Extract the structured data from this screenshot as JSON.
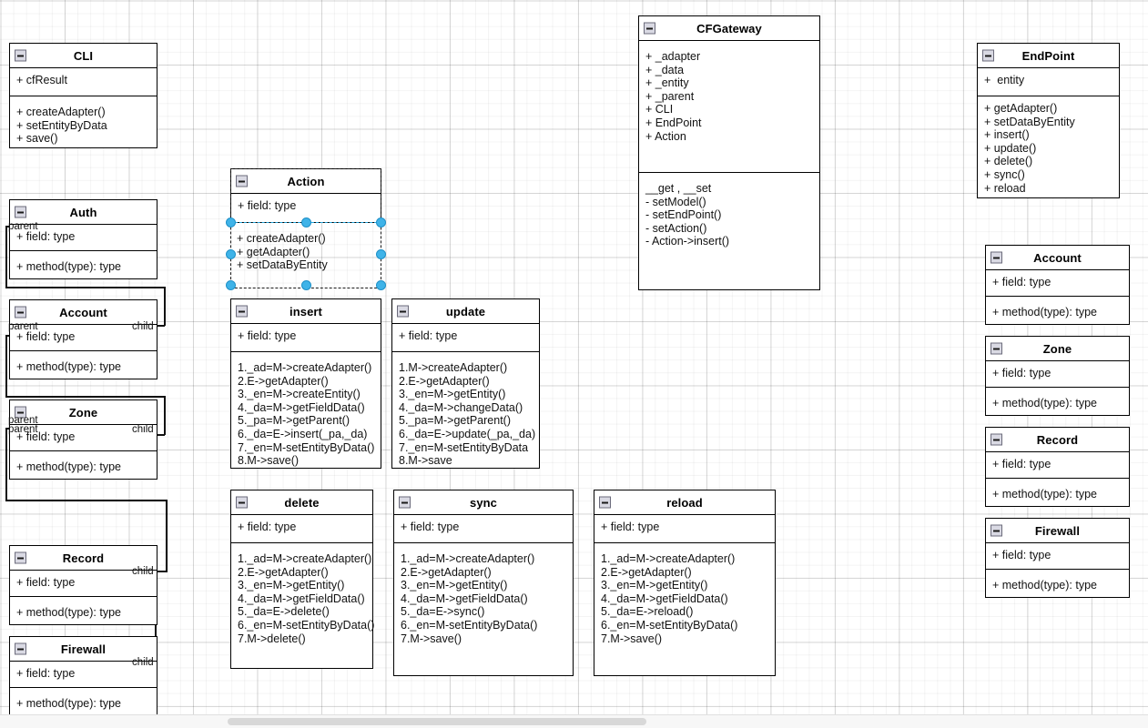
{
  "app": {
    "type": "uml-class-diagram-editor",
    "canvas_background": "#ffffff",
    "grid": "on",
    "selection_color": "#3fb3e8"
  },
  "icons": {
    "collapse": "collapse-minus-icon"
  },
  "labels": {
    "parent": "parent",
    "child": "child"
  },
  "classes": {
    "cli": {
      "name": "CLI",
      "attributes": "+ cfResult",
      "operations": "+ createAdapter()\n+ setEntityByData\n+ save()"
    },
    "action": {
      "name": "Action",
      "attributes": "+ field: type",
      "operations": "+ createAdapter()\n+ getAdapter()\n+ setDataByEntity"
    },
    "cfgateway": {
      "name": "CFGateway",
      "attributes": "+ _adapter\n+ _data\n+ _entity\n+ _parent\n+ CLI\n+ EndPoint\n+ Action",
      "operations": "__get , __set\n- setModel()\n- setEndPoint()\n- setAction()\n- Action->insert()"
    },
    "endpoint": {
      "name": "EndPoint",
      "attributes": "+  entity",
      "operations": "+ getAdapter()\n+ setDataByEntity\n+ insert()\n+ update()\n+ delete()\n+ sync()\n+ reload"
    },
    "insert": {
      "name": "insert",
      "attributes": "+ field: type",
      "operations": "1._ad=M->createAdapter()\n2.E->getAdapter()\n3._en=M->createEntity()\n4._da=M->getFieldData()\n5._pa=M->getParent()\n6._da=E->insert(_pa,_da)\n7._en=M-setEntityByData()\n8.M->save()"
    },
    "update": {
      "name": "update",
      "attributes": "+ field: type",
      "operations": "1.M->createAdapter()\n2.E->getAdapter()\n3._en=M->getEntity()\n4._da=M->changeData()\n5._pa=M->getParent()\n6._da=E->update(_pa,_da)\n7._en=M-setEntityByData\n8.M->save"
    },
    "delete": {
      "name": "delete",
      "attributes": "+ field: type",
      "operations": "1._ad=M->createAdapter()\n2.E->getAdapter()\n3._en=M->getEntity()\n4._da=M->getFieldData()\n5._da=E->delete()\n6._en=M-setEntityByData()\n7.M->delete()"
    },
    "sync": {
      "name": "sync",
      "attributes": "+ field: type",
      "operations": "1._ad=M->createAdapter()\n2.E->getAdapter()\n3._en=M->getEntity()\n4._da=M->getFieldData()\n5._da=E->sync()\n6._en=M-setEntityByData()\n7.M->save()"
    },
    "reload": {
      "name": "reload",
      "attributes": "+ field: type",
      "operations": "1._ad=M->createAdapter()\n2.E->getAdapter()\n3._en=M->getEntity()\n4._da=M->getFieldData()\n5._da=E->reload()\n6._en=M-setEntityByData()\n7.M->save()"
    },
    "auth_left": {
      "name": "Auth",
      "attributes": "+ field: type",
      "operations": "+ method(type): type"
    },
    "account_left": {
      "name": "Account",
      "attributes": "+ field: type",
      "operations": "+ method(type): type"
    },
    "zone_left": {
      "name": "Zone",
      "attributes": "+ field: type",
      "operations": "+ method(type): type"
    },
    "record_left": {
      "name": "Record",
      "attributes": "+ field: type",
      "operations": "+ method(type): type"
    },
    "firewall_left": {
      "name": "Firewall",
      "attributes": "+ field: type",
      "operations": "+ method(type): type"
    },
    "account_right": {
      "name": "Account",
      "attributes": "+ field: type",
      "operations": "+ method(type): type"
    },
    "zone_right": {
      "name": "Zone",
      "attributes": "+ field: type",
      "operations": "+ method(type): type"
    },
    "record_right": {
      "name": "Record",
      "attributes": "+ field: type",
      "operations": "+ method(type): type"
    },
    "firewall_right": {
      "name": "Firewall",
      "attributes": "+ field: type",
      "operations": "+ method(type): type"
    }
  }
}
